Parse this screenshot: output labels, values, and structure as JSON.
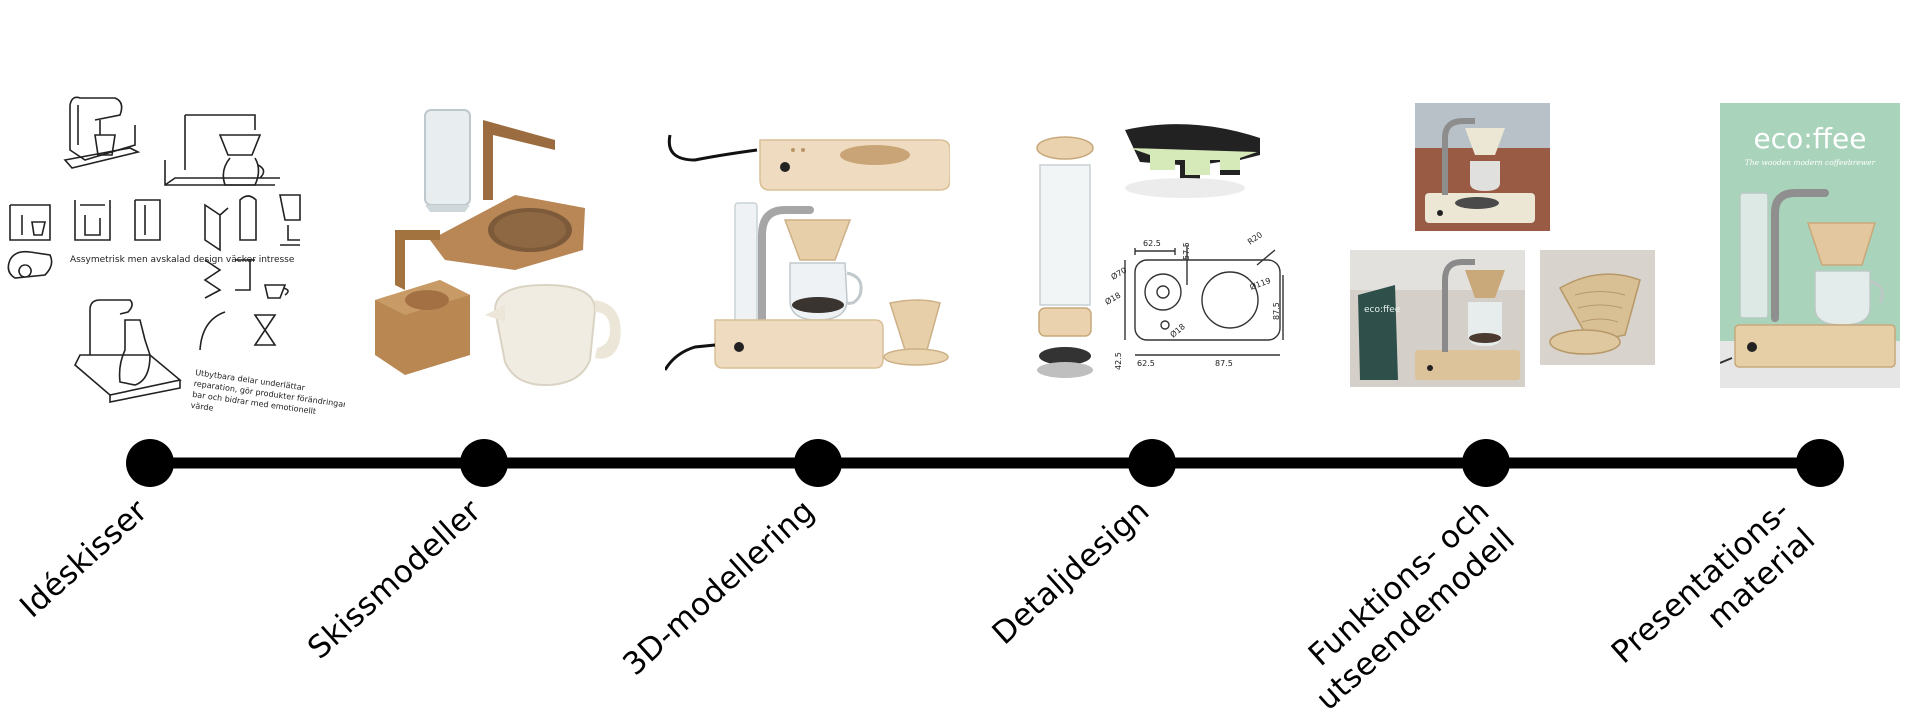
{
  "timeline": {
    "stages": [
      {
        "id": "ideskisser",
        "label": "Idéskisser"
      },
      {
        "id": "skissmodeller",
        "label": "Skissmodeller"
      },
      {
        "id": "3d-modellering",
        "label": "3D-modellering"
      },
      {
        "id": "detaljdesign",
        "label": "Detaljdesign"
      },
      {
        "id": "funktions",
        "label_lines": [
          "Funktions- och",
          "utseendemodell"
        ]
      },
      {
        "id": "presentation",
        "label_lines": [
          "Presentations-",
          "material"
        ]
      }
    ]
  },
  "sketches": {
    "note1": "Assymetrisk men avskalad design väcker intresse",
    "note2_lines": [
      "Utbytbara delar underlättar",
      "reparation, gör produkter förändringar",
      "bar och bidrar med emotionellt",
      "värde"
    ]
  },
  "drawing_dims": {
    "d70": "Ø70",
    "d18a": "Ø18",
    "d18b": "Ø18",
    "d119": "Ø119",
    "r20": "R20",
    "w625a": "62.5",
    "w575": "57.5",
    "h425": "42.5",
    "w625b": "62.5",
    "w875a": "87.5",
    "w875b": "87.5"
  },
  "poster": {
    "brand": "eco:ffee",
    "tagline": "The wooden modern coffeebrewer"
  },
  "colors": {
    "line": "#000000",
    "wood": "#e9d2ad",
    "wood_dark": "#c7a87a",
    "cardboard": "#a5784e",
    "poster_bg": "#a9d3bb",
    "metal": "#9c9c9c"
  }
}
